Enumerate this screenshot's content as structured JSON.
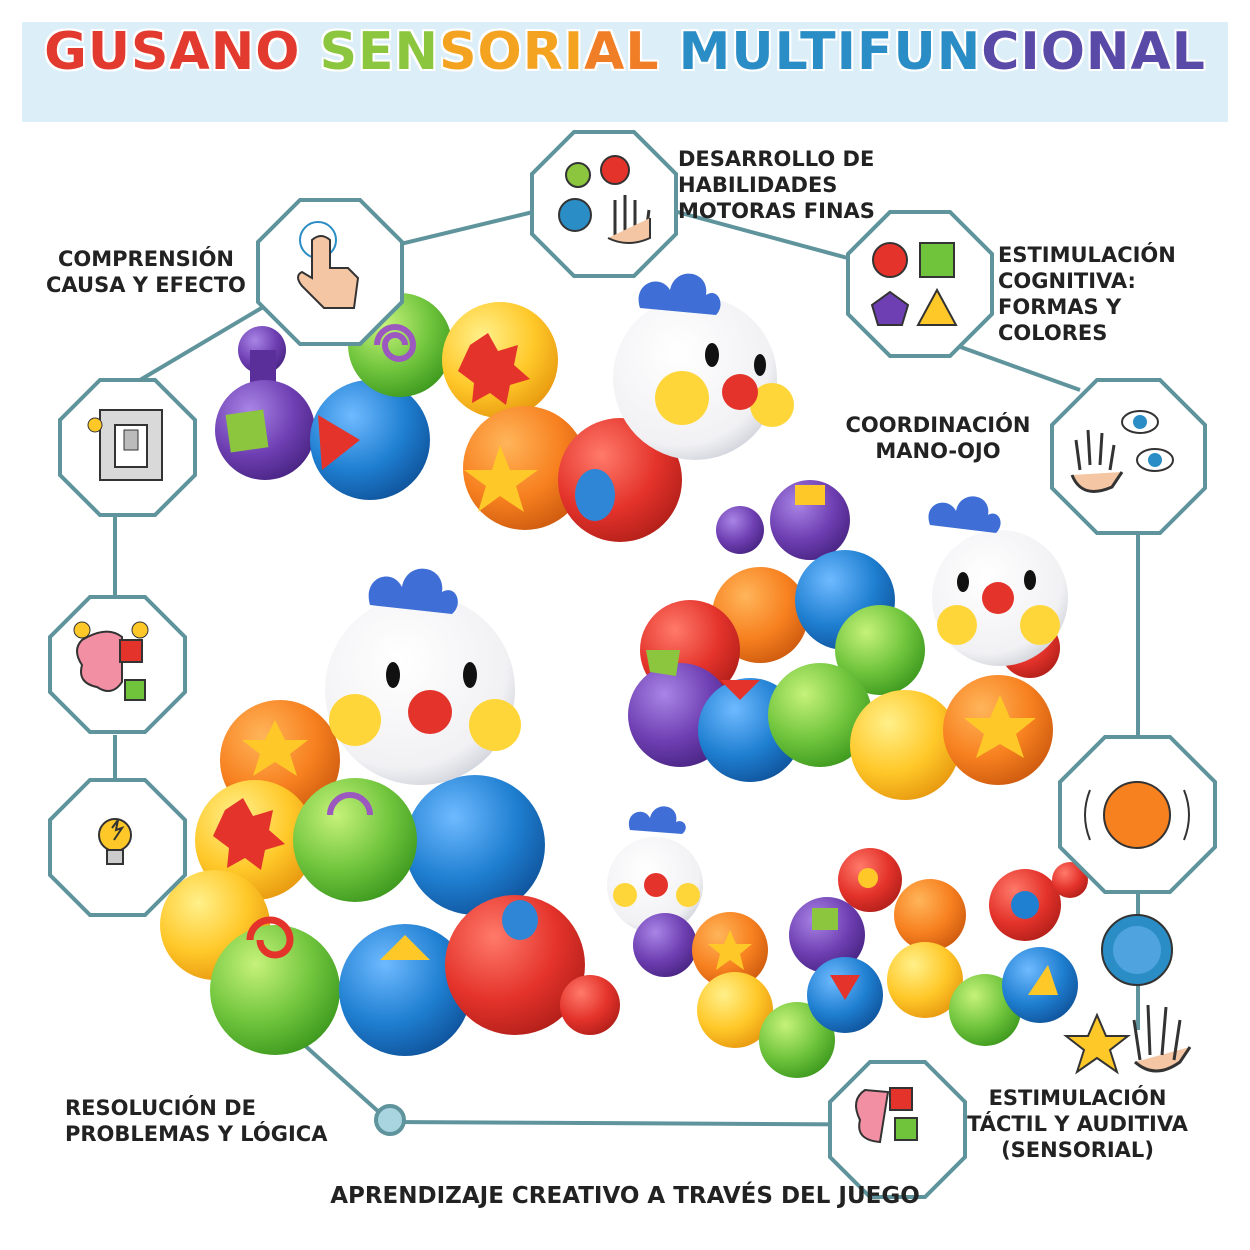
{
  "header": {
    "title_part1": "GUSANO ",
    "title_part2a": "SEN",
    "title_part2b": "SORI",
    "title_part2c": "AL ",
    "title_part3a": "MULTIFUN",
    "title_part3b": "CIONAL"
  },
  "features": {
    "motor": [
      "DESARROLLO DE",
      "HABILIDADES",
      "MOTORAS FINAS"
    ],
    "cause": [
      "COMPRENSIÓN",
      "CAUSA Y EFECTO"
    ],
    "cognitive": [
      "ESTIMULACIÓN",
      "COGNITIVA:",
      "FORMAS Y",
      "COLORES"
    ],
    "coordination": [
      "COORDINACIÓN",
      "MANO-OJO"
    ],
    "problems": [
      "RESOLUCIÓN DE",
      "PROBLEMAS Y LÓGICA"
    ],
    "tactile": [
      "ESTIMULACIÓN",
      "TÁCTIL Y AUDITIVA",
      "(SENSORIAL)"
    ]
  },
  "footer": {
    "text": "APRENDIZAJE CREATIVO A TRAVÉS DEL JUEGO"
  },
  "icons": [
    "gears-hand-icon",
    "touch-finger-icon",
    "shapes-icon",
    "light-switch-icon",
    "hand-eyes-icon",
    "brain-puzzle-icon",
    "lightbulb-icon",
    "texture-ball-icon",
    "sensory-ball-icon",
    "star-hand-icon",
    "brain-puzzle-small-icon"
  ],
  "colors": {
    "frame": "#5f949c",
    "red": "#e4332b",
    "orange": "#f7801f",
    "yellow": "#ffc829",
    "green": "#6fc43c",
    "blue": "#1f7fd1",
    "purple": "#6e3fb2",
    "white": "#ffffff"
  }
}
